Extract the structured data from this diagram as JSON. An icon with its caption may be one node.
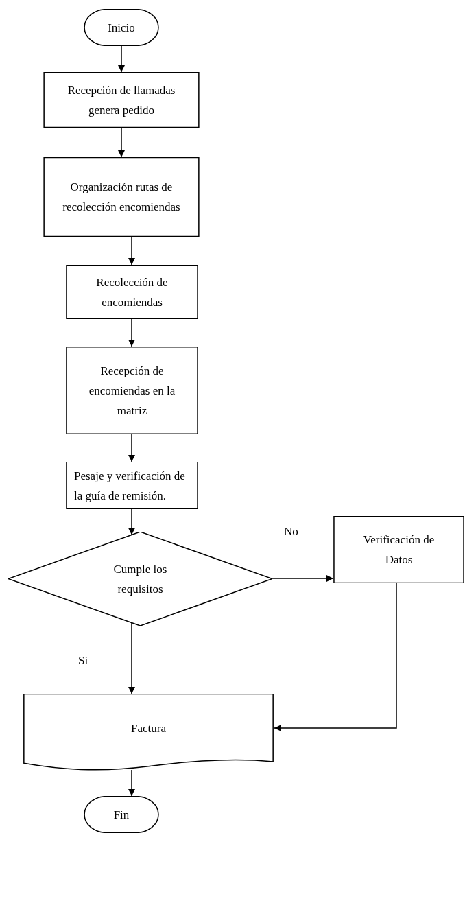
{
  "diagram": {
    "nodes": [
      {
        "text": [
          "Inicio"
        ]
      },
      {
        "text": [
          "Recepción de llamadas genera pedido"
        ]
      },
      {
        "text": [
          "Organización rutas de recolección encomiendas"
        ]
      },
      {
        "text": [
          "Recolección de encomiendas"
        ]
      },
      {
        "text": [
          "Recepción de encomiendas en la matriz"
        ]
      },
      {
        "text": [
          "Pesaje y verificación de la guía de remisión."
        ]
      },
      {
        "text": [
          "Cumple  los requisitos"
        ]
      },
      {
        "text": [
          "Verificación de Datos"
        ]
      },
      {
        "text": [
          "Factura"
        ]
      },
      {
        "text": [
          "Fin"
        ]
      }
    ],
    "edges": [
      {
        "from": 0,
        "to": 1,
        "arrow": "to"
      },
      {
        "from": 1,
        "to": 2,
        "arrow": "to"
      },
      {
        "from": 2,
        "to": 3,
        "arrow": "to"
      },
      {
        "from": 3,
        "to": 4,
        "arrow": "to"
      },
      {
        "from": 4,
        "to": 5,
        "arrow": "to"
      },
      {
        "from": 5,
        "to": 6,
        "arrow": "to"
      },
      {
        "from": 6,
        "to": 7,
        "arrow": "to",
        "label": "No"
      },
      {
        "from": 6,
        "to": 8,
        "arrow": "to",
        "label": "Si"
      },
      {
        "from": 7,
        "to": 8,
        "arrow": "to"
      },
      {
        "from": 8,
        "to": 9,
        "arrow": "to"
      }
    ]
  }
}
